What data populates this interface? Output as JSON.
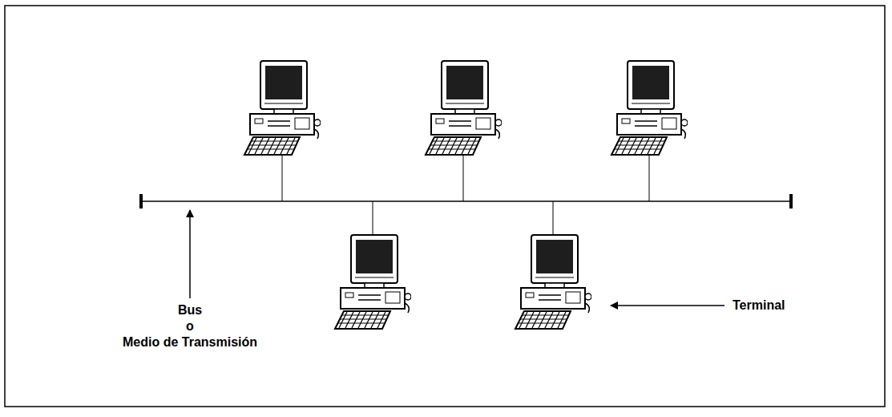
{
  "diagram": {
    "labels": [
      "Bus",
      "o",
      "Medio de Transmisión",
      "Terminal"
    ]
  }
}
